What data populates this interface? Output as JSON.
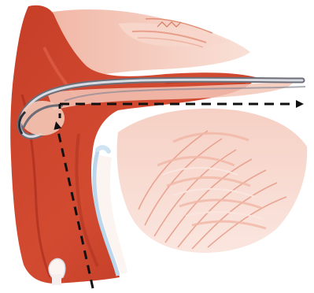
{
  "illustration": {
    "subject": "anatomical-cross-section",
    "colors": {
      "background": "#ffffff",
      "tissue_dark": "#b8321f",
      "tissue_mid": "#d9543a",
      "tissue_light": "#e8836a",
      "tissue_pale": "#f3c0b0",
      "tissue_blush": "#f8dcd2",
      "bone_white": "#fbf4f0",
      "cartilage_blue": "#cfe3f2",
      "tube_outline": "#6d6d78",
      "tube_highlight": "#d9dde3",
      "arrow_line": "#111111"
    },
    "arrows": [
      {
        "name": "horizontal-arrow",
        "style": "dashed",
        "direction": "right"
      },
      {
        "name": "vertical-arrow",
        "style": "dashed",
        "direction": "up"
      }
    ]
  }
}
